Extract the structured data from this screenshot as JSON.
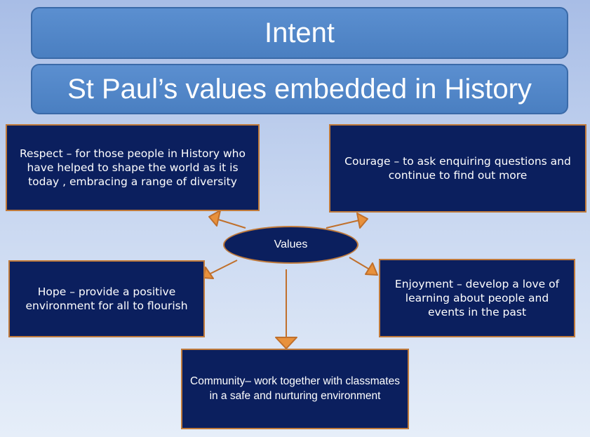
{
  "header": {
    "title": "Intent",
    "subtitle": "St Paul’s values embedded in History"
  },
  "diagram": {
    "center": "Values",
    "values": {
      "respect": "Respect – for those people in History who have helped to shape the world as it is today , embracing a range of diversity",
      "courage": "Courage – to ask enquiring questions and continue to find out more",
      "hope": "Hope – provide a positive environment for all to flourish",
      "enjoyment": "Enjoyment – develop a love of learning about people and events in the past",
      "community": "Community– work together with classmates in a safe and nurturing environment"
    }
  },
  "colors": {
    "box_fill": "#0b1f5e",
    "box_border": "#c07a3b",
    "banner_fill": "#4a7fc1",
    "arrow": "#e8913c"
  }
}
